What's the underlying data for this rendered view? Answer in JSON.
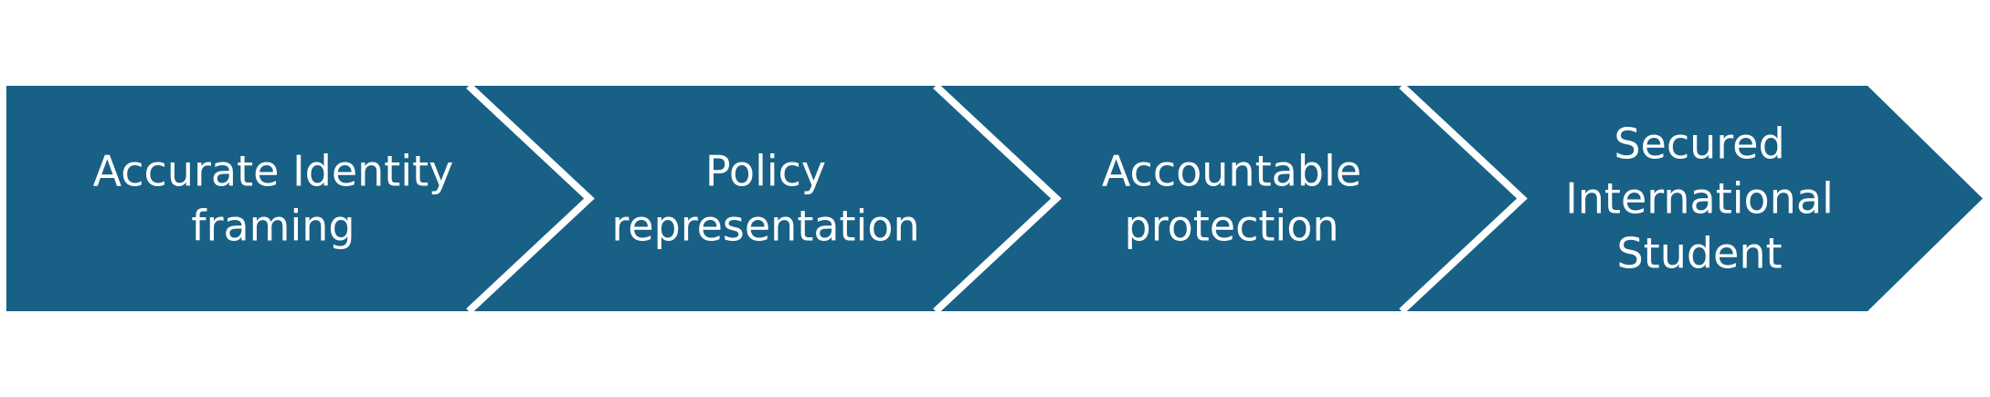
{
  "diagram": {
    "fill_color": "#186086",
    "separator_color": "#ffffff",
    "steps": [
      {
        "lines": [
          "Accurate Identity",
          "framing"
        ]
      },
      {
        "lines": [
          "Policy",
          "representation"
        ]
      },
      {
        "lines": [
          "Accountable",
          "protection"
        ]
      },
      {
        "lines": [
          "Secured",
          "International",
          "Student"
        ]
      }
    ]
  }
}
